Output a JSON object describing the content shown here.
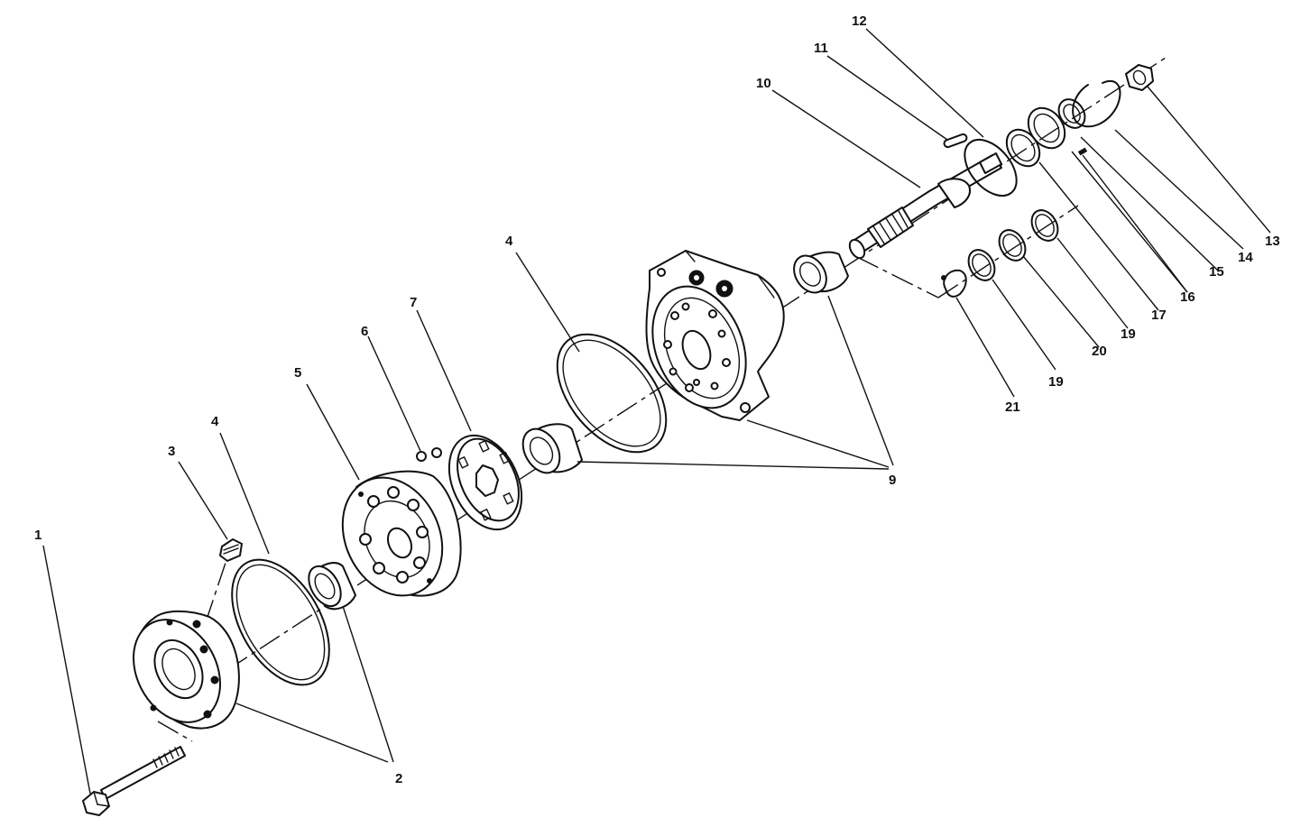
{
  "callouts": [
    "1",
    "2",
    "3",
    "4",
    "4",
    "5",
    "6",
    "7",
    "9",
    "10",
    "11",
    "12",
    "13",
    "14",
    "15",
    "16",
    "17",
    "19",
    "19",
    "20",
    "21"
  ]
}
